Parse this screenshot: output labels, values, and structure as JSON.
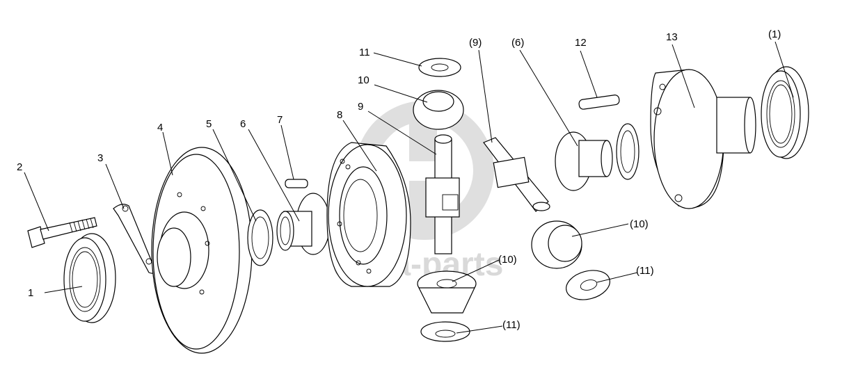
{
  "watermark": {
    "text": "delta-parts",
    "color": "#d9d9d9"
  },
  "callouts": [
    {
      "id": "c1",
      "text": "1"
    },
    {
      "id": "c2",
      "text": "2"
    },
    {
      "id": "c3",
      "text": "3"
    },
    {
      "id": "c4",
      "text": "4"
    },
    {
      "id": "c5",
      "text": "5"
    },
    {
      "id": "c6",
      "text": "6"
    },
    {
      "id": "c7",
      "text": "7"
    },
    {
      "id": "c8",
      "text": "8"
    },
    {
      "id": "c9",
      "text": "9"
    },
    {
      "id": "c10",
      "text": "10"
    },
    {
      "id": "c11",
      "text": "11"
    },
    {
      "id": "c12",
      "text": "12"
    },
    {
      "id": "c13",
      "text": "13"
    },
    {
      "id": "c9b",
      "text": "(9)"
    },
    {
      "id": "c6b",
      "text": "(6)"
    },
    {
      "id": "c1b",
      "text": "(1)"
    },
    {
      "id": "c10b",
      "text": "(10)"
    },
    {
      "id": "c11b",
      "text": "(11)"
    },
    {
      "id": "c10c",
      "text": "(10)"
    },
    {
      "id": "c11c",
      "text": "(11)"
    }
  ]
}
